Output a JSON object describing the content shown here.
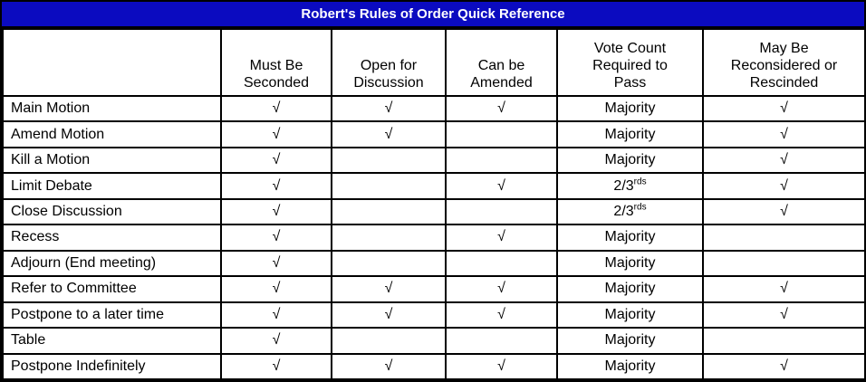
{
  "title": "Robert's Rules of Order Quick Reference",
  "colors": {
    "title_bg": "#0b0bc0",
    "title_text": "#ffffff",
    "grid": "#000000"
  },
  "check_symbol": "√",
  "columns": [
    "",
    "Must Be\nSeconded",
    "Open for\nDiscussion",
    "Can be\nAmended",
    "Vote Count\nRequired  to\nPass",
    "May Be\nReconsidered or\nRescinded"
  ],
  "rows": [
    {
      "label": "Main Motion",
      "seconded": "√",
      "discussion": "√",
      "amended": "√",
      "vote": "Majority",
      "vote_sup": "",
      "reconsidered": "√"
    },
    {
      "label": "Amend Motion",
      "seconded": "√",
      "discussion": "√",
      "amended": "",
      "vote": "Majority",
      "vote_sup": "",
      "reconsidered": "√"
    },
    {
      "label": "Kill a Motion",
      "seconded": "√",
      "discussion": "",
      "amended": "",
      "vote": "Majority",
      "vote_sup": "",
      "reconsidered": "√"
    },
    {
      "label": "Limit Debate",
      "seconded": "√",
      "discussion": "",
      "amended": "√",
      "vote": "2/3",
      "vote_sup": "rds",
      "reconsidered": "√"
    },
    {
      "label": "Close Discussion",
      "seconded": "√",
      "discussion": "",
      "amended": "",
      "vote": "2/3",
      "vote_sup": "rds",
      "reconsidered": "√"
    },
    {
      "label": "Recess",
      "seconded": "√",
      "discussion": "",
      "amended": "√",
      "vote": "Majority",
      "vote_sup": "",
      "reconsidered": ""
    },
    {
      "label": "Adjourn (End meeting)",
      "seconded": "√",
      "discussion": "",
      "amended": "",
      "vote": "Majority",
      "vote_sup": "",
      "reconsidered": ""
    },
    {
      "label": "Refer to Committee",
      "seconded": "√",
      "discussion": "√",
      "amended": "√",
      "vote": "Majority",
      "vote_sup": "",
      "reconsidered": "√"
    },
    {
      "label": "Postpone to a later time",
      "seconded": "√",
      "discussion": "√",
      "amended": "√",
      "vote": "Majority",
      "vote_sup": "",
      "reconsidered": "√"
    },
    {
      "label": "Table",
      "seconded": "√",
      "discussion": "",
      "amended": "",
      "vote": "Majority",
      "vote_sup": "",
      "reconsidered": ""
    },
    {
      "label": "Postpone Indefinitely",
      "seconded": "√",
      "discussion": "√",
      "amended": "√",
      "vote": "Majority",
      "vote_sup": "",
      "reconsidered": "√"
    }
  ]
}
